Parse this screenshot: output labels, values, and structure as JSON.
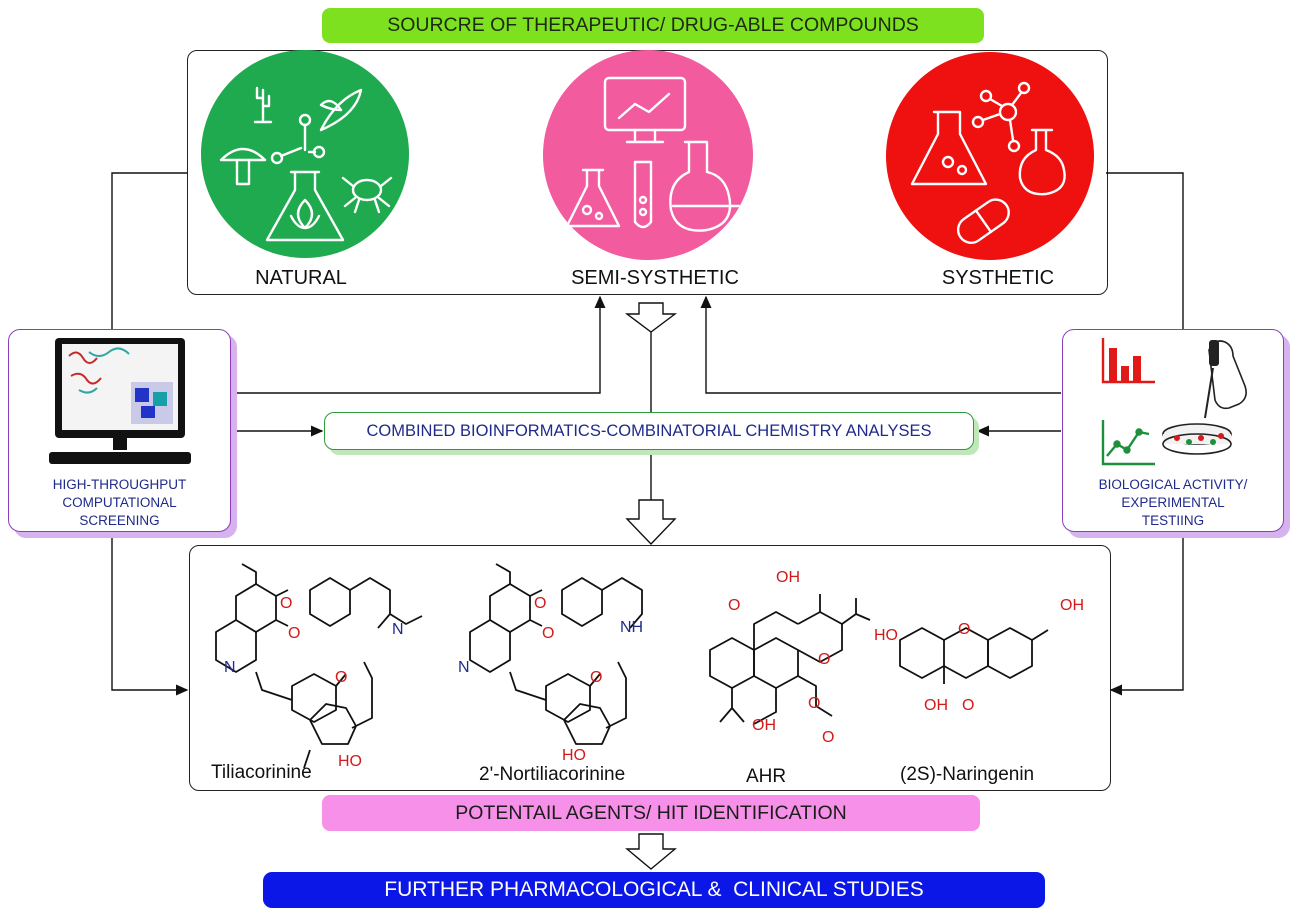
{
  "top_banner": {
    "text": "SOURCRE OF THERAPEUTIC/ DRUG-ABLE COMPOUNDS",
    "color": "#7ee11f"
  },
  "sources": [
    {
      "label": "NATURAL",
      "color": "#1faa4f"
    },
    {
      "label": "SEMI-SYSTHETIC",
      "color": "#f25c9f"
    },
    {
      "label": "SYSTHETIC",
      "color": "#ef1010"
    }
  ],
  "left_panel": {
    "label_lines": [
      "HIGH-THROUGHPUT",
      "COMPUTATIONAL",
      "SCREENING"
    ]
  },
  "right_panel": {
    "label_lines": [
      "BIOLOGICAL ACTIVITY/",
      "EXPERIMENTAL",
      "TESTIING"
    ]
  },
  "center_box": {
    "text": "COMBINED BIOINFORMATICS-COMBINATORIAL CHEMISTRY ANALYSES"
  },
  "molecules": [
    {
      "name": "Tiliacorinine"
    },
    {
      "name": "2'-Nortiliacorinine"
    },
    {
      "name": "AHR"
    },
    {
      "name": "(2S)-Naringenin"
    }
  ],
  "atom_labels": {
    "oh": "OH",
    "ho": "HO",
    "o": "O",
    "n": "N",
    "nh": "NH"
  },
  "hit_banner": {
    "text": "POTENTAIL AGENTS/ HIT IDENTIFICATION",
    "color": "#f690e8"
  },
  "final_banner": {
    "text": "FURTHER PHARMACOLOGICAL &  CLINICAL STUDIES",
    "color": "#0a17e6"
  }
}
